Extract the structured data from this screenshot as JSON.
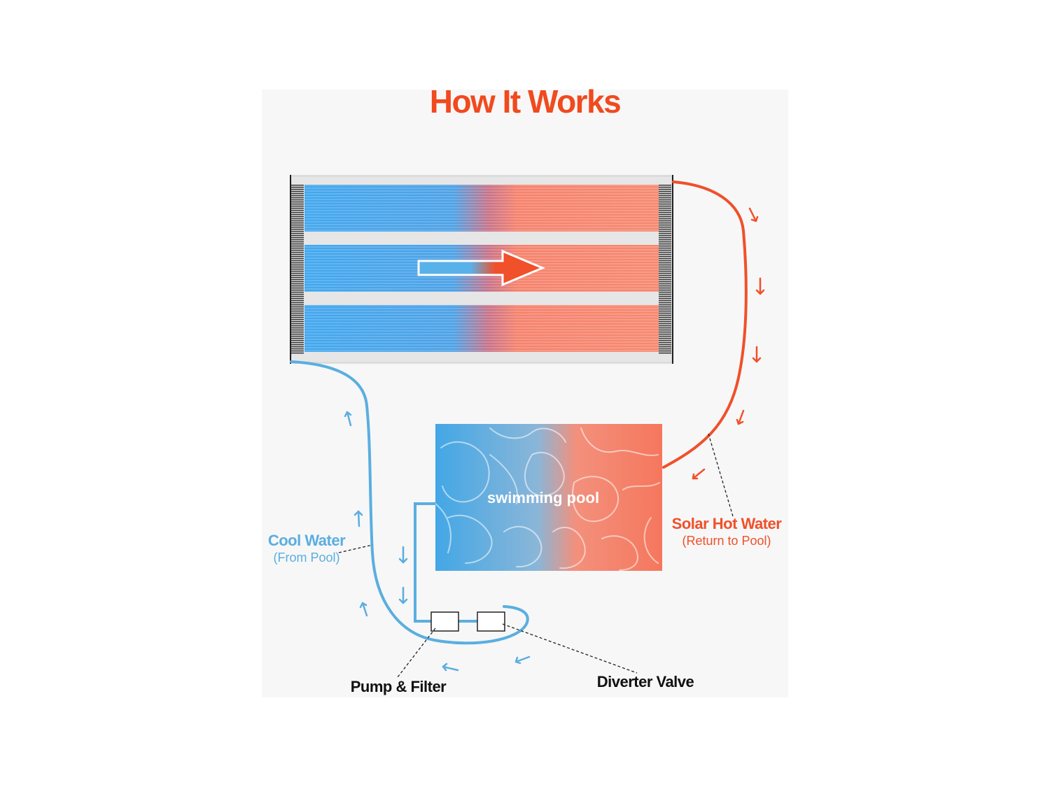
{
  "title": "How It Works",
  "pool": {
    "label": "swimming pool"
  },
  "labels": {
    "cool_water": "Cool Water",
    "cool_water_sub": "(From Pool)",
    "hot_water": "Solar Hot Water",
    "hot_water_sub": "(Return to Pool)",
    "pump_filter": "Pump & Filter",
    "diverter_valve": "Diverter Valve"
  },
  "colors": {
    "hot": "#f0502a",
    "cool": "#5aaee0",
    "title": "#f04a1e",
    "label_dark": "#111111",
    "panel_frame": "#d9d9d9",
    "manifold": "#2a2a2a"
  },
  "icons": {
    "flow_arrow": "right-arrow-icon",
    "cool_direction": "small-arrow-icon",
    "hot_direction": "small-arrow-icon"
  }
}
